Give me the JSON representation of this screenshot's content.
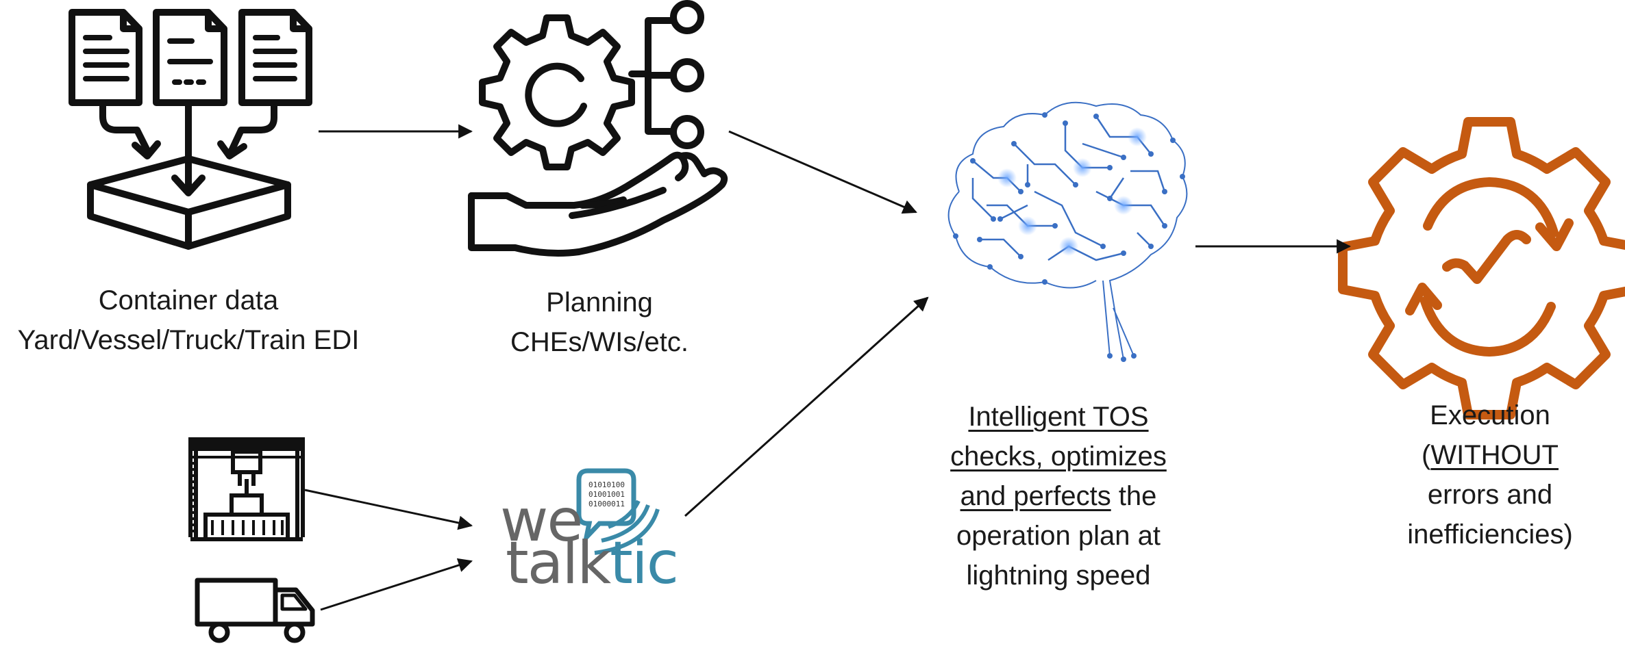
{
  "container": {
    "line1": "Container data",
    "line2": "Yard/Vessel/Truck/Train EDI"
  },
  "planning": {
    "line1": "Planning",
    "line2": "CHEs/WIs/etc."
  },
  "tos": {
    "line1": "Intelligent TOS",
    "line2": "checks, optimizes",
    "line3_underlined": "and perfects",
    "line3_rest": " the",
    "line4": "operation plan at",
    "line5": "lightning speed"
  },
  "execution": {
    "line1": "Execution",
    "line2_open": "(",
    "line2_underlined": "WITHOUT",
    "line3": "errors and",
    "line4": "inefficiencies)"
  },
  "wetalktic": {
    "we": "we",
    "talk": "talk",
    "tic": "tic",
    "binary": [
      "01010100",
      "01001001",
      "01000011"
    ]
  },
  "colors": {
    "icon": "#111111",
    "brain": "#3a6fc4",
    "gear": "#c55a11",
    "wtt_grey": "#666666",
    "wtt_teal": "#3a8aa8"
  }
}
